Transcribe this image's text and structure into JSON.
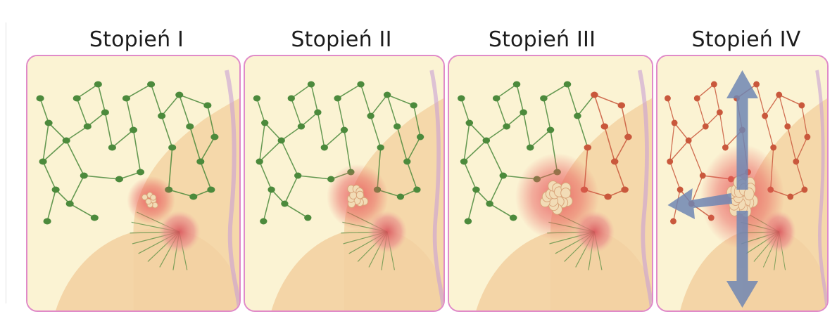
{
  "stages": [
    {
      "title": "Stopień I"
    },
    {
      "title": "Stopień II"
    },
    {
      "title": "Stopień III"
    },
    {
      "title": "Stopień IV"
    }
  ],
  "colors": {
    "panel_border": "#e08ac9",
    "skin": "#f3d2a2",
    "background": "#fbf3d3",
    "lymph_healthy": "#4c8a3c",
    "lymph_affected": "#c9583c",
    "tumor": "#f2dcb6",
    "tumor_halo": "#e8585a",
    "spread_arrow": "#6f86b3"
  }
}
